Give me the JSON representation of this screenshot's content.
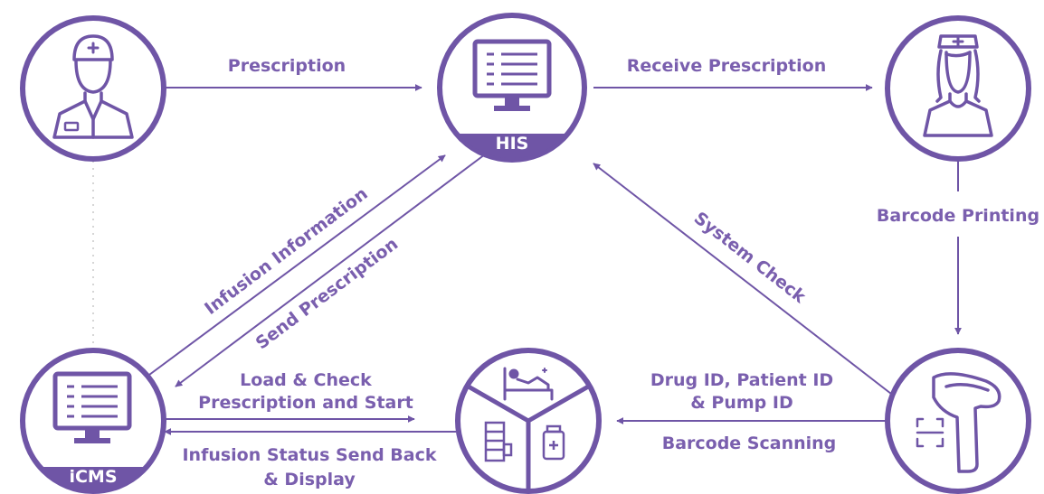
{
  "colors": {
    "primary": "#6f55a6",
    "text": "#7a5fae",
    "dotted": "#c9c9c9"
  },
  "nodes": {
    "doctor": {
      "icon": "doctor-icon"
    },
    "his": {
      "label": "HIS",
      "icon": "monitor-icon"
    },
    "nurse": {
      "icon": "nurse-icon"
    },
    "icms": {
      "label": "iCMS",
      "icon": "monitor-icon"
    },
    "bedside": {
      "icons": [
        "patient-bed-icon",
        "infusion-pump-icon",
        "medicine-bottle-icon"
      ]
    },
    "scanner": {
      "icon": "barcode-scanner-icon"
    }
  },
  "edges": {
    "prescription": "Prescription",
    "receive_prescription": "Receive Prescription",
    "barcode_printing": "Barcode Printing",
    "system_check": "System Check",
    "infusion_information": "Infusion Information",
    "send_prescription": "Send Prescription",
    "drug_id_line1": "Drug ID,  Patient ID",
    "drug_id_line2": "& Pump ID",
    "barcode_scanning": "Barcode Scanning",
    "load_check_line1": "Load & Check",
    "load_check_line2": "Prescription and Start",
    "infusion_status_line1": "Infusion Status Send Back",
    "infusion_status_line2": "& Display"
  }
}
